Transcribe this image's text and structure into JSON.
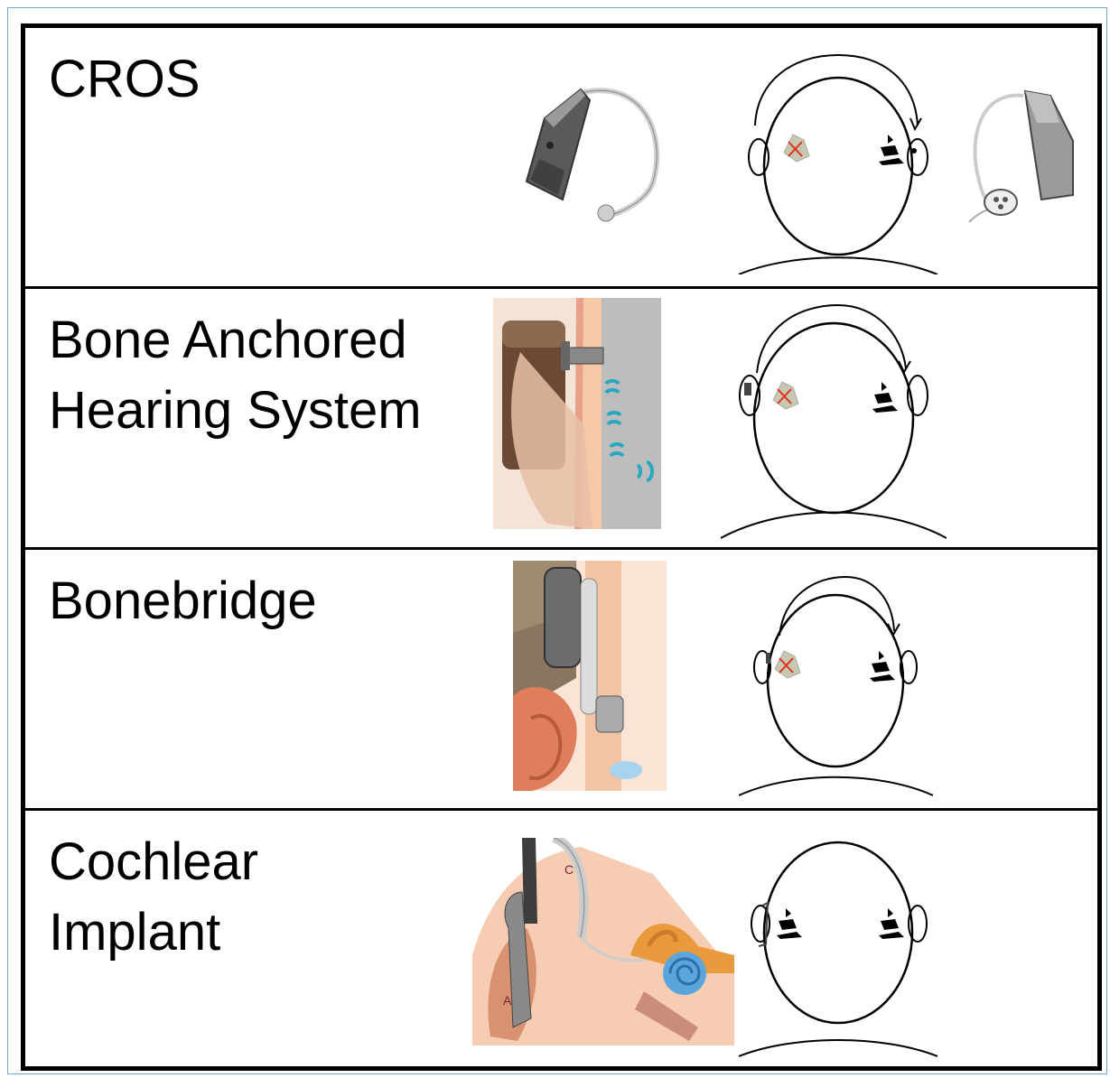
{
  "rows": [
    {
      "label": "CROS",
      "device_icon": "bte-hearing-aid-icon",
      "diagram_icon": "head-top-view-icon",
      "receiver_icon": "ric-hearing-aid-icon"
    },
    {
      "label": "Bone Anchored\nHearing System",
      "device_icon": "bone-anchored-abutment-icon",
      "diagram_icon": "head-top-view-icon"
    },
    {
      "label": "Bonebridge",
      "device_icon": "bonebridge-implant-icon",
      "diagram_icon": "head-top-view-icon"
    },
    {
      "label": "Cochlear\nImplant",
      "device_icon": "cochlear-implant-icon",
      "diagram_icon": "head-top-view-icon",
      "marks": [
        "C",
        "A"
      ]
    }
  ],
  "colors": {
    "border": "#000000",
    "frame": "#6fa8d6",
    "cross": "#e03020",
    "wave": "#2aa8c0"
  }
}
